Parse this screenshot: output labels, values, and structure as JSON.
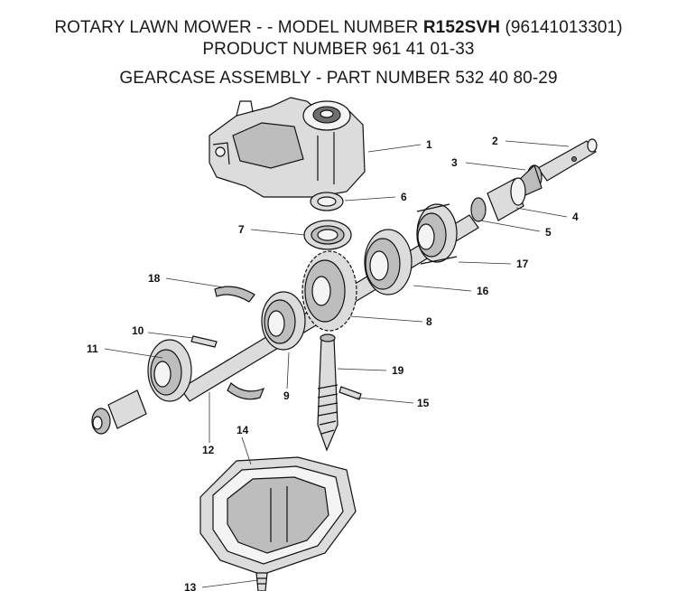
{
  "header": {
    "line1_prefix": "ROTARY LAWN MOWER - - MODEL NUMBER ",
    "line1_model": "R152SVH",
    "line1_suffix": " (96141013301)",
    "line2": "PRODUCT NUMBER 961 41 01-33",
    "line3": "GEARCASE ASSEMBLY - PART NUMBER 532 40 80-29"
  },
  "callouts": [
    "1",
    "2",
    "3",
    "4",
    "5",
    "6",
    "7",
    "8",
    "9",
    "10",
    "11",
    "12",
    "13",
    "14",
    "15",
    "16",
    "17",
    "18",
    "19"
  ]
}
